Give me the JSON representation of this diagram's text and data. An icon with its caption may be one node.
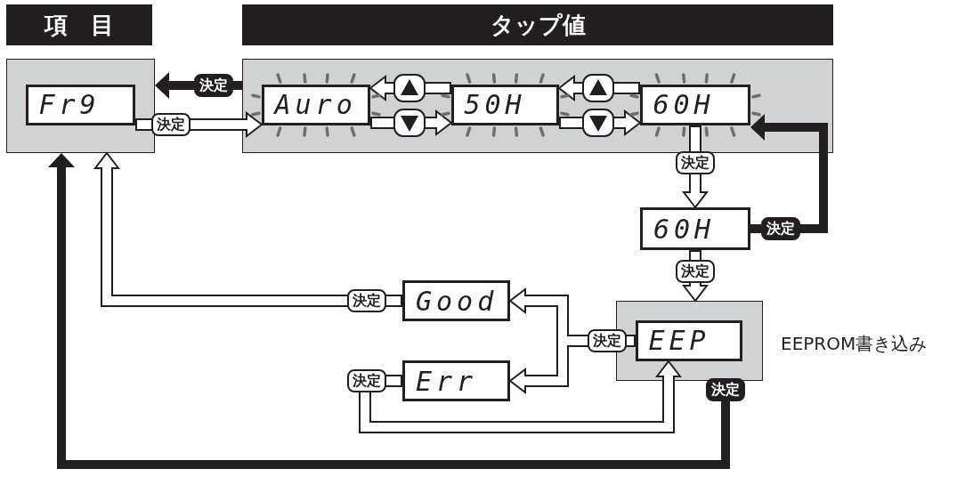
{
  "diagram": {
    "nodes": [
      {
        "text": [
          "項　目"
        ]
      },
      {
        "text": [
          "タップ値"
        ]
      },
      {
        "text": [],
        "shape": "box"
      },
      {
        "text": [
          "Fr9"
        ],
        "in": 2
      },
      {
        "text": [],
        "shape": "box"
      },
      {
        "text": [
          "Auro"
        ],
        "in": 4
      },
      {
        "text": [
          "50H"
        ],
        "in": 4
      },
      {
        "text": [
          "60H"
        ],
        "in": 4
      },
      {
        "text": [
          "60H"
        ]
      },
      {
        "text": [],
        "shape": "box",
        "beside": [
          "EEPROM書き込み"
        ]
      },
      {
        "text": [
          "EEP"
        ],
        "in": 9
      },
      {
        "text": [
          "Good"
        ]
      },
      {
        "text": [
          "Err"
        ]
      }
    ],
    "edges": [
      {
        "from": 4,
        "to": 2,
        "arrow": "to",
        "label": "決定",
        "color": "#231f20"
      },
      {
        "from": 3,
        "to": 5,
        "arrow": "to",
        "label": "決定"
      },
      {
        "from": 6,
        "to": 5,
        "arrow": "to"
      },
      {
        "from": 5,
        "to": 6,
        "arrow": "to"
      },
      {
        "from": 7,
        "to": 6,
        "arrow": "to"
      },
      {
        "from": 6,
        "to": 7,
        "arrow": "to"
      },
      {
        "from": 7,
        "to": 8,
        "arrow": "to",
        "label": "決定"
      },
      {
        "from": 8,
        "to": 7,
        "arrow": "to",
        "label": "決定",
        "color": "#231f20"
      },
      {
        "from": 8,
        "to": 9,
        "arrow": "to",
        "label": "決定"
      },
      {
        "from": 10,
        "to": 11,
        "arrow": "to",
        "label": "決定"
      },
      {
        "from": 10,
        "to": 12,
        "arrow": "to"
      },
      {
        "from": 11,
        "to": 2,
        "arrow": "to",
        "label": "決定"
      },
      {
        "from": 12,
        "to": 10,
        "arrow": "to",
        "label": "決定"
      },
      {
        "from": 9,
        "to": 2,
        "arrow": "to",
        "label": "決定",
        "color": "#231f20"
      }
    ]
  }
}
